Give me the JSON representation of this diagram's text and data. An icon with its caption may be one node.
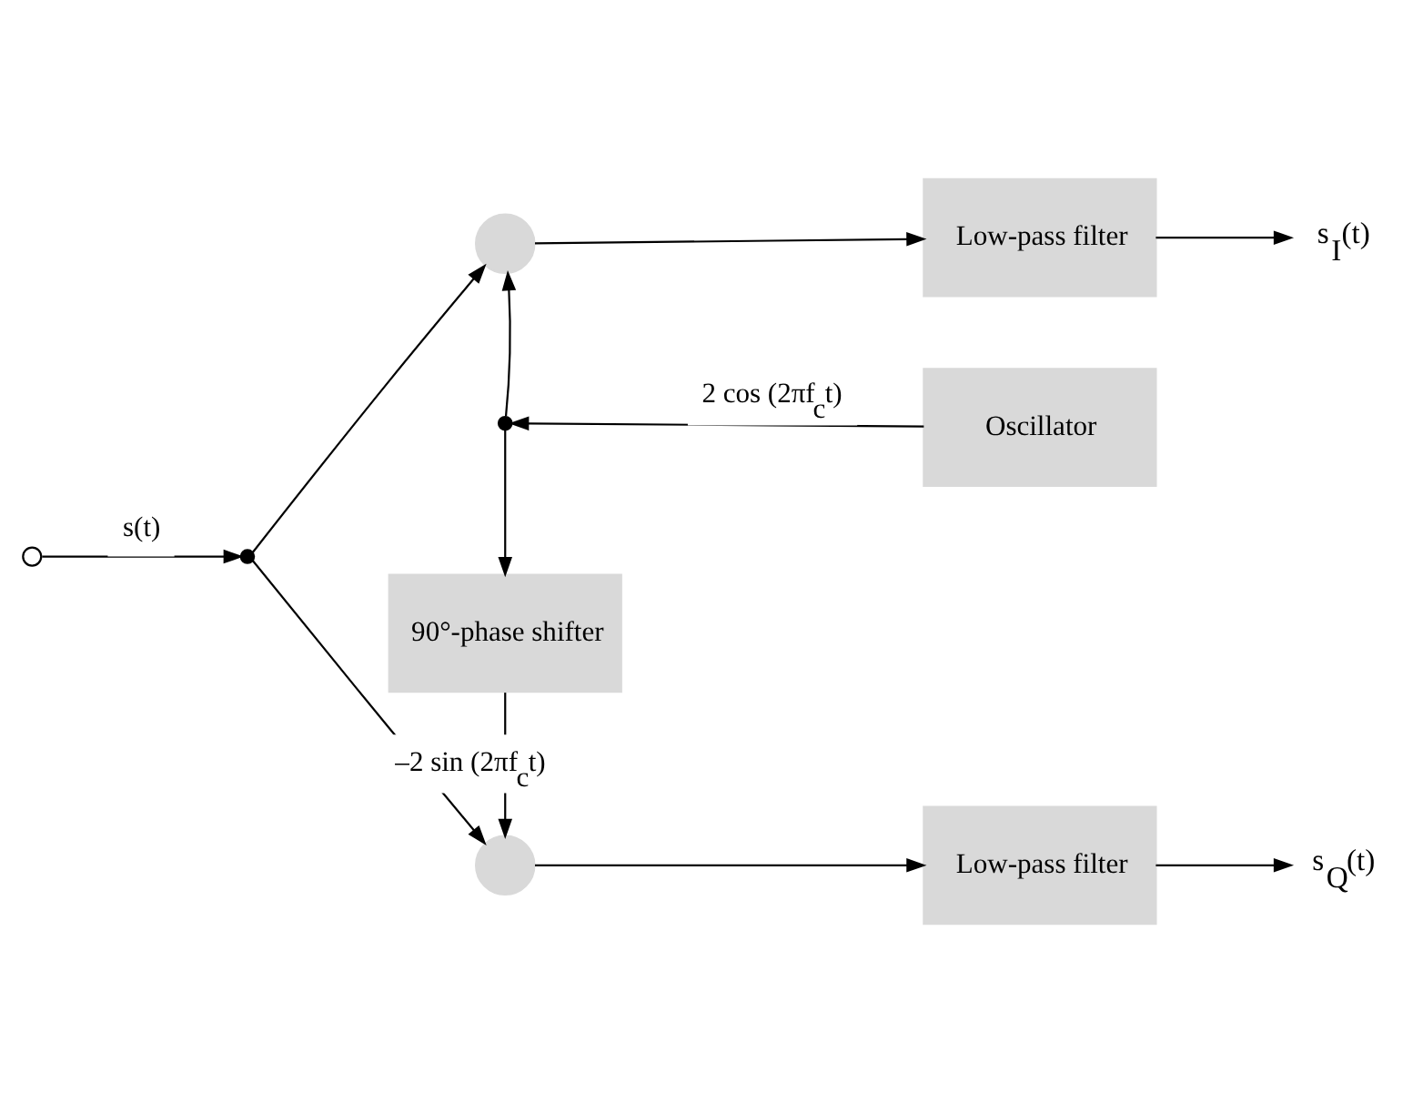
{
  "diagram": {
    "nodes": [
      {
        "text": [],
        "shape": "circle"
      },
      {
        "text": [],
        "shape": "dot"
      },
      {
        "text": [],
        "shape": "circle"
      },
      {
        "text": [
          "Low-pass filter"
        ]
      },
      {
        "text": [
          "s$_{I}$(t)"
        ]
      },
      {
        "text": [
          "Oscillator"
        ]
      },
      {
        "text": [],
        "shape": "dot"
      },
      {
        "text": [
          "90°-phase shifter"
        ]
      },
      {
        "text": [],
        "shape": "circle"
      },
      {
        "text": [
          "Low-pass filter"
        ]
      },
      {
        "text": [
          "s$_{Q}$(t)"
        ]
      }
    ],
    "edges": [
      {
        "from": 0,
        "to": 1,
        "arrow": "to",
        "label": "s(t)"
      },
      {
        "from": 1,
        "to": 2,
        "arrow": "to"
      },
      {
        "from": 1,
        "to": 8,
        "arrow": "to"
      },
      {
        "from": 2,
        "to": 3,
        "arrow": "to"
      },
      {
        "from": 3,
        "to": 4,
        "arrow": "to"
      },
      {
        "from": 5,
        "to": 6,
        "arrow": "to",
        "label": "2 cos (2πf$_{c}$t)"
      },
      {
        "from": 6,
        "to": 2,
        "arrow": "to"
      },
      {
        "from": 6,
        "to": 7,
        "arrow": "to"
      },
      {
        "from": 7,
        "to": 8,
        "arrow": "to",
        "label": "–2 sin (2πf$_{c}$t)"
      },
      {
        "from": 8,
        "to": 9,
        "arrow": "to"
      },
      {
        "from": 9,
        "to": 10,
        "arrow": "to"
      }
    ]
  }
}
